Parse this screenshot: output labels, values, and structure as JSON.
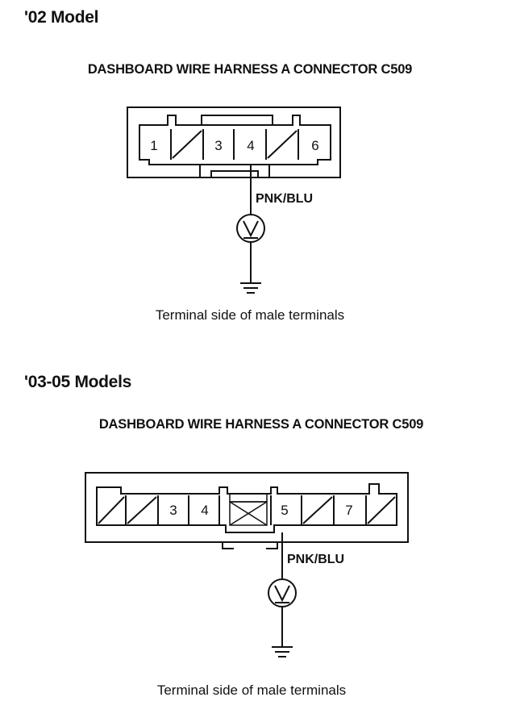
{
  "section_02": {
    "heading": "'02 Model",
    "connector_title": "DASHBOARD WIRE HARNESS A CONNECTOR C509",
    "terminals": [
      "1",
      "3",
      "4",
      "6"
    ],
    "wire_label": "PNK/BLU",
    "meter_symbol": "V",
    "caption": "Terminal side of male terminals"
  },
  "section_0305": {
    "heading": "'03-05 Models",
    "connector_title": "DASHBOARD WIRE HARNESS A CONNECTOR C509",
    "terminals": [
      "3",
      "4",
      "5",
      "7"
    ],
    "wire_label": "PNK/BLU",
    "meter_symbol": "V",
    "caption": "Terminal side of male terminals"
  }
}
